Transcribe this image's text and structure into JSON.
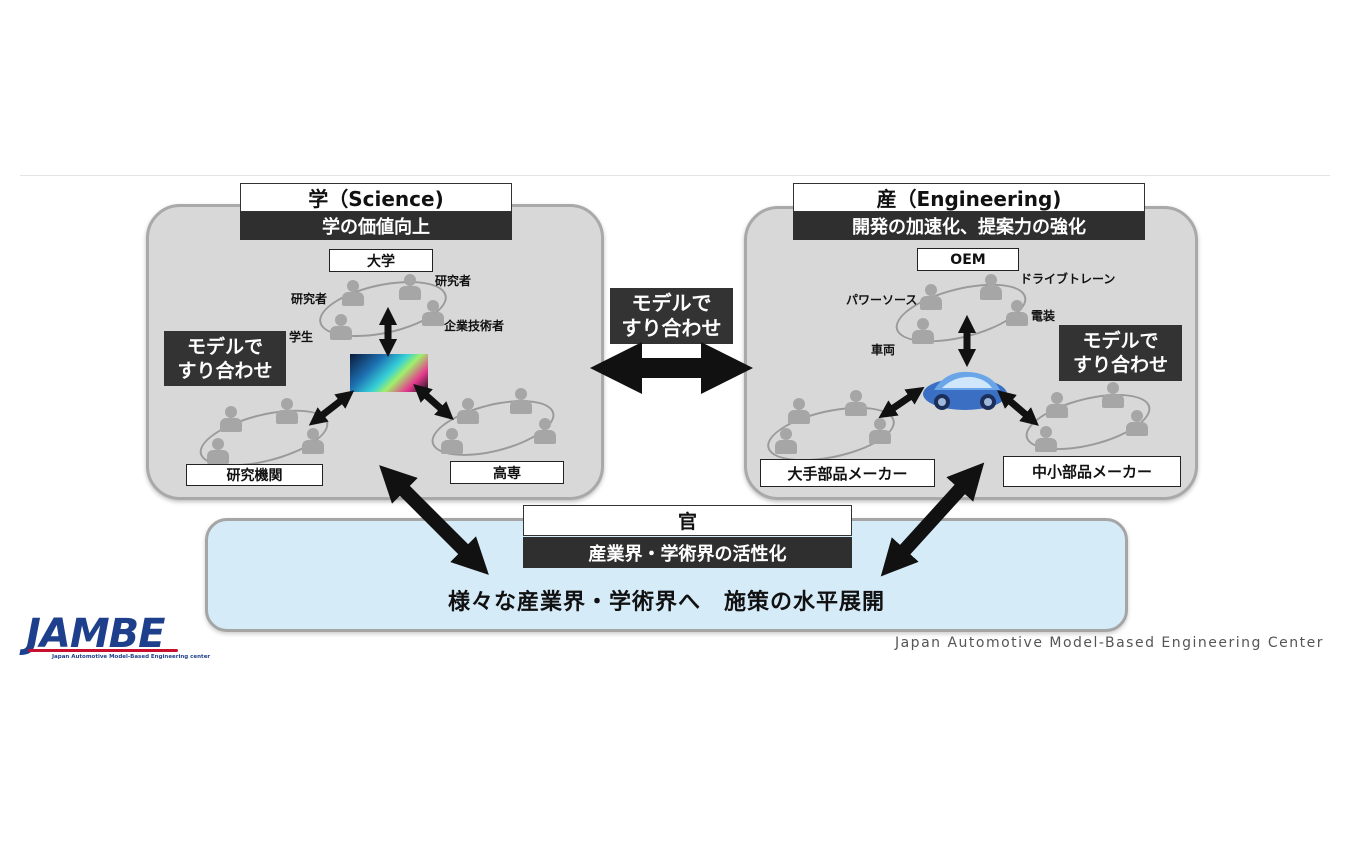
{
  "science": {
    "title": "学（Science)",
    "subtitle": "学の価値向上",
    "center_label": "大学",
    "people_labels": [
      "研究者",
      "研究者",
      "企業技術者",
      "学生"
    ],
    "model_box_line1": "モデルで",
    "model_box_line2": "すり合わせ",
    "bottom_left_label": "研究機関",
    "bottom_right_label": "高専"
  },
  "center": {
    "model_box_line1": "モデルで",
    "model_box_line2": "すり合わせ"
  },
  "engineering": {
    "title": "産（Engineering)",
    "subtitle": "開発の加速化、提案力の強化",
    "center_label": "OEM",
    "people_labels": [
      "ドライブトレーン",
      "パワーソース",
      "電装",
      "車両"
    ],
    "model_box_line1": "モデルで",
    "model_box_line2": "すり合わせ",
    "bottom_left_label": "大手部品メーカー",
    "bottom_right_label": "中小部品メーカー"
  },
  "government": {
    "title": "官",
    "subtitle": "産業界・学術界の活性化",
    "main_text": "様々な産業界・学術界へ　施策の水平展開"
  },
  "logo": {
    "name": "JAMBE",
    "sub": "Japan Automotive Model-Based Engineering center"
  },
  "footer": {
    "center_name": "Japan Automotive Model-Based Engineering Center"
  },
  "colors": {
    "panel": "#d8d8d8",
    "gov_panel": "#d6ebf8",
    "dark_header": "#2f2f2f",
    "logo_blue": "#1e3f8c",
    "logo_red": "#c8102e"
  }
}
